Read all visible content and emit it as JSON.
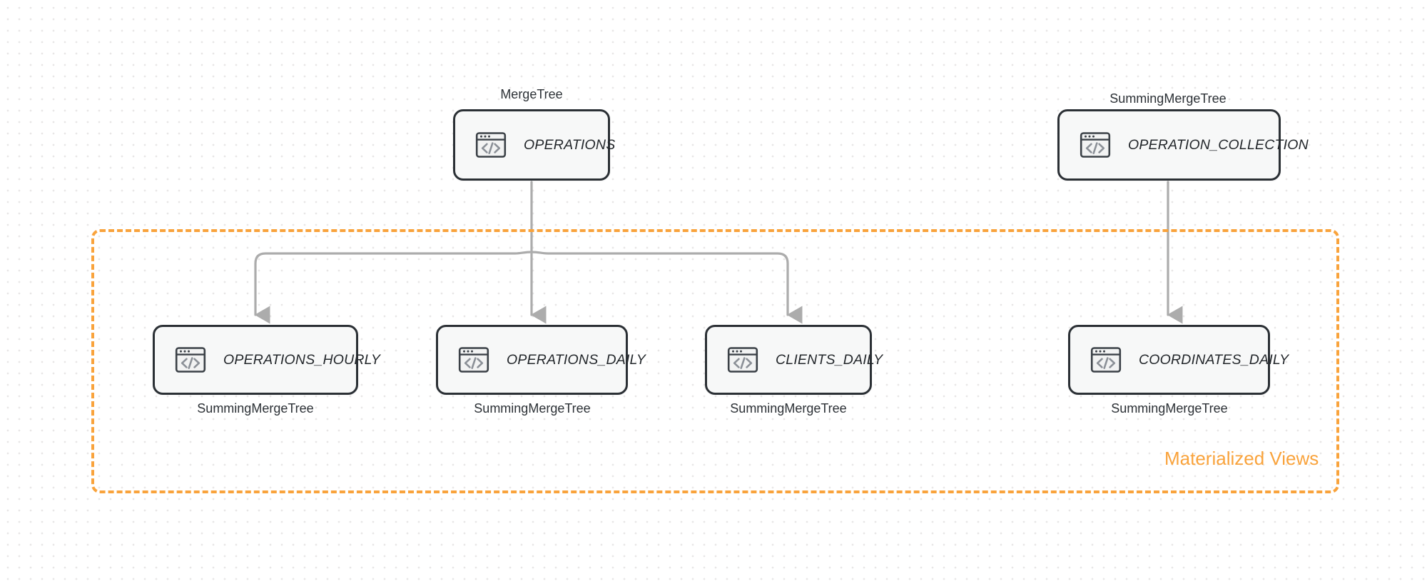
{
  "diagram": {
    "title": "ClickHouse table and materialized view topology",
    "colors": {
      "accent_orange": "#F9A33C",
      "node_border": "#2B3035",
      "node_fill": "#F7F8F8",
      "edge_gray": "#ACACAC",
      "text_dark": "#23272B",
      "dot_grid": "#E8E6E6",
      "canvas_bg": "#FFFFFF"
    },
    "group": {
      "label": "Materialized Views",
      "style": "dashed"
    },
    "nodes": [
      {
        "id": "operations",
        "label": "OPERATIONS",
        "engine": "MergeTree",
        "engine_position": "above",
        "icon": "code-window-icon"
      },
      {
        "id": "operation_collection",
        "label": "OPERATION_COLLECTION",
        "engine": "SummingMergeTree",
        "engine_position": "above",
        "icon": "code-window-icon"
      },
      {
        "id": "operations_hourly",
        "label": "OPERATIONS_HOURLY",
        "engine": "SummingMergeTree",
        "engine_position": "below",
        "icon": "code-window-icon"
      },
      {
        "id": "operations_daily",
        "label": "OPERATIONS_DAILY",
        "engine": "SummingMergeTree",
        "engine_position": "below",
        "icon": "code-window-icon"
      },
      {
        "id": "clients_daily",
        "label": "CLIENTS_DAILY",
        "engine": "SummingMergeTree",
        "engine_position": "below",
        "icon": "code-window-icon"
      },
      {
        "id": "coordinates_daily",
        "label": "COORDINATES_DAILY",
        "engine": "SummingMergeTree",
        "engine_position": "below",
        "icon": "code-window-icon"
      }
    ],
    "edges": [
      {
        "from": "operations",
        "to": "operations_hourly",
        "style": "elbow-arrow"
      },
      {
        "from": "operations",
        "to": "operations_daily",
        "style": "straight-arrow"
      },
      {
        "from": "operations",
        "to": "clients_daily",
        "style": "elbow-arrow"
      },
      {
        "from": "operation_collection",
        "to": "coordinates_daily",
        "style": "straight-arrow"
      }
    ]
  }
}
